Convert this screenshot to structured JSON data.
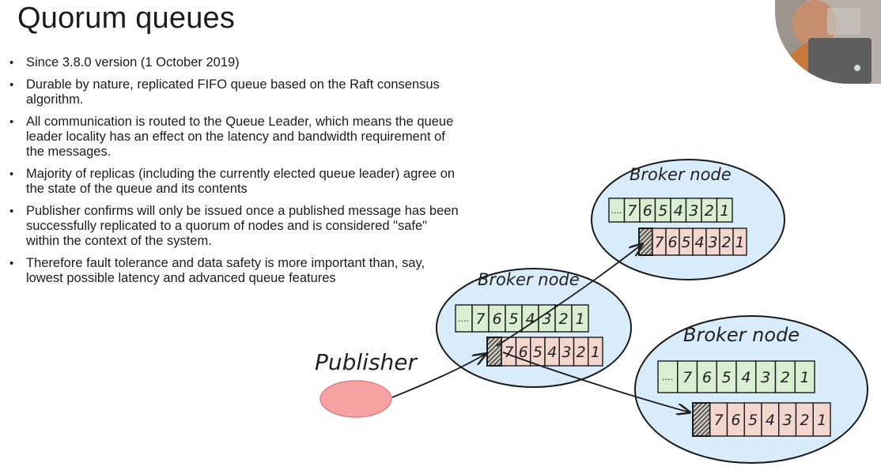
{
  "slide": {
    "title": "Quorum queues",
    "bullets": [
      "Since 3.8.0 version (1 October 2019)",
      "Durable by nature, replicated FIFO queue based on the Raft consensus algorithm.",
      "All communication is routed to the Queue Leader, which means the queue leader locality has an effect on the latency and bandwidth requirement of the messages.",
      "Majority of replicas (including the currently elected queue leader) agree on the state of the queue and its contents",
      "Publisher confirms will only be issued once a published message has been successfully replicated to a quorum of nodes and is considered \"safe\" within the context of the system.",
      "Therefore fault tolerance and data safety is more important than, say, lowest possible latency and advanced queue features"
    ]
  },
  "diagram": {
    "publisher_label": "Publisher",
    "broker_label": "Broker node",
    "queue_ellipsis": "....",
    "queue_cells": [
      "7",
      "6",
      "5",
      "4",
      "3",
      "2",
      "1"
    ],
    "colors": {
      "node_fill": "#d9ecf9",
      "committed_fill": "#d8efd2",
      "pending_fill": "#f3d7cf",
      "publisher_fill": "#f7a3a3"
    }
  },
  "icons": {
    "webcam": "presenter-webcam-overlay"
  }
}
